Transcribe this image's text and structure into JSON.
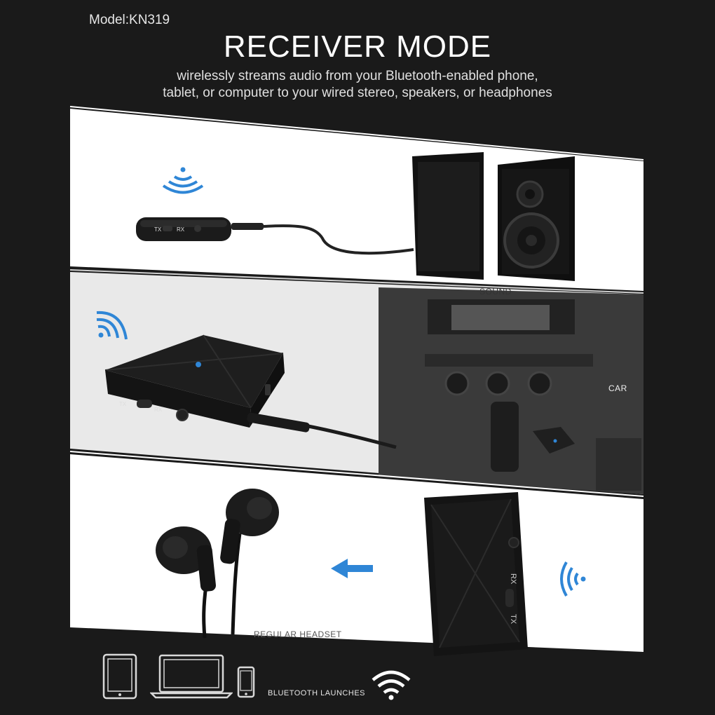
{
  "header": {
    "model": "Model:KN319",
    "title": "RECEIVER MODE",
    "subtitle_line1": "wirelessly streams audio from your Bluetooth-enabled phone,",
    "subtitle_line2": "tablet, or computer to your wired stereo, speakers, or headphones"
  },
  "scenes": {
    "sound_label": "SOUND",
    "car_label": "CAR",
    "headset_label": "REGULAR HEADSET"
  },
  "device": {
    "tx_label": "TX",
    "rx_label": "RX"
  },
  "footer": {
    "bluetooth_label": "BLUETOOTH LAUNCHES"
  },
  "colors": {
    "accent_blue": "#2f86d6",
    "background_dark": "#1a1a1a",
    "panel_light": "#ffffff"
  },
  "icons": [
    "wifi-signal-icon",
    "tablet-icon",
    "laptop-icon",
    "phone-icon",
    "arrow-left-icon"
  ]
}
